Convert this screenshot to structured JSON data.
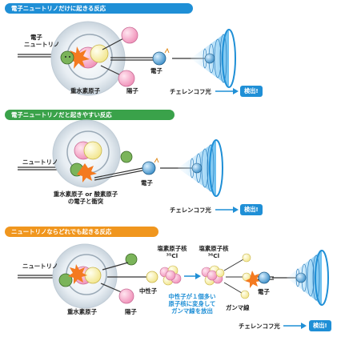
{
  "sections": [
    {
      "title": "電子ニュートリノだけに起きる反応",
      "color": "#1f8fd6",
      "labels": {
        "electron_neutrino": [
          "電子",
          "ニュートリノ"
        ],
        "heavy_hydrogen_nucleus": "重水素原子",
        "proton": "陽子",
        "electron": "電子",
        "cherenkov": "チェレンコフ光",
        "detect": "検出!"
      }
    },
    {
      "title": "電子ニュートリノだと起きやすい反応",
      "color": "#3aa24a",
      "labels": {
        "neutrino": "ニュートリノ",
        "collision": [
          "重水素原子 or 酸素原子",
          "の電子と衝突"
        ],
        "electron": "電子",
        "cherenkov": "チェレンコフ光",
        "detect": "検出!"
      }
    },
    {
      "title": "ニュートリノならどれでも起きる反応",
      "color": "#f0961e",
      "labels": {
        "neutrino": "ニュートリノ",
        "heavy_hydrogen_nucleus": "重水素原子",
        "proton": "陽子",
        "neutron": "中性子",
        "chlorine_nucleus_1": [
          "塩素原子核",
          "³⁵Cl"
        ],
        "chlorine_nucleus_2": [
          "塩素原子核",
          "³⁶Cl"
        ],
        "capture_note": [
          "中性子が１個多い",
          "原子核に変身して",
          "ガンマ線を放出"
        ],
        "gamma": "ガンマ線",
        "electron": "電子",
        "cherenkov": "チェレンコフ光",
        "detect": "検出!"
      }
    }
  ]
}
